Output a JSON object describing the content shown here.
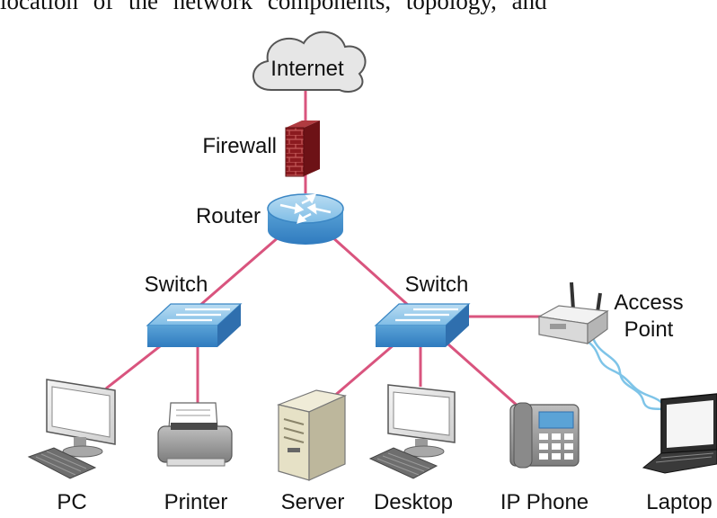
{
  "header_text": "location of the network components, topology, and",
  "nodes": {
    "internet": "Internet",
    "firewall": "Firewall",
    "router": "Router",
    "switch_left": "Switch",
    "switch_right": "Switch",
    "access_point_line1": "Access",
    "access_point_line2": "Point",
    "pc": "PC",
    "printer": "Printer",
    "server": "Server",
    "desktop": "Desktop",
    "ip_phone": "IP Phone",
    "laptop": "Laptop"
  },
  "colors": {
    "link": "#d9547e",
    "device_blue": "#5ba3d6",
    "firewall_red": "#8b1a1f",
    "cloud_fill": "#e6e6e6",
    "wireless": "#7ec4e8"
  }
}
